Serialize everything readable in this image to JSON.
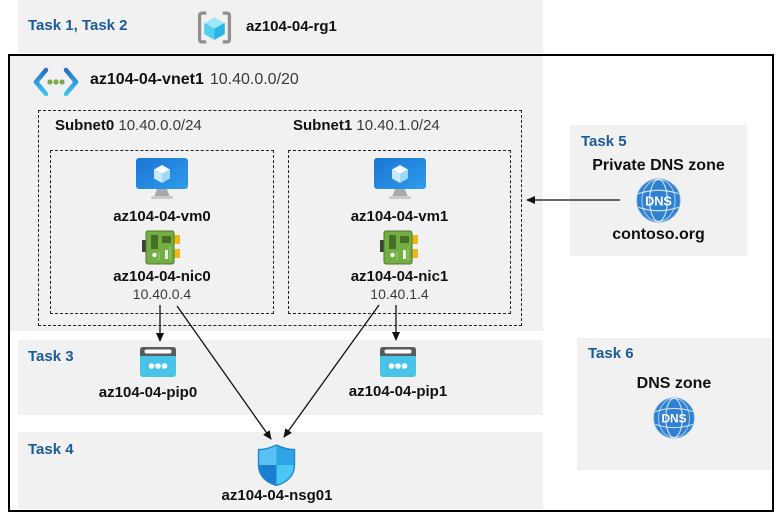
{
  "colors": {
    "panel_gray": "#f1f1f1",
    "task_label_blue": "#1c5b99",
    "arrow_black": "#111111",
    "pip_cyan": "#49c4e9",
    "dns_blue": "#2f80d0",
    "nsg_blue": "#2da4e4",
    "vm_blue": "#1b74d4",
    "nic_green": "#74ad43"
  },
  "header": {
    "task_label": "Task 1, Task 2",
    "resource_group": "az104-04-rg1"
  },
  "vnet": {
    "name": "az104-04-vnet1",
    "cidr": "10.40.0.0/20",
    "subnets": [
      {
        "name": "Subnet0",
        "cidr": "10.40.0.0/24",
        "vm_name": "az104-04-vm0",
        "nic_name": "az104-04-nic0",
        "nic_ip": "10.40.0.4"
      },
      {
        "name": "Subnet1",
        "cidr": "10.40.1.0/24",
        "vm_name": "az104-04-vm1",
        "nic_name": "az104-04-nic1",
        "nic_ip": "10.40.1.4"
      }
    ]
  },
  "task3": {
    "label": "Task 3",
    "pip0": "az104-04-pip0",
    "pip1": "az104-04-pip1"
  },
  "task4": {
    "label": "Task 4",
    "nsg": "az104-04-nsg01"
  },
  "task5": {
    "label": "Task 5",
    "title": "Private DNS zone",
    "zone": "contoso.org",
    "dns_text": "DNS"
  },
  "task6": {
    "label": "Task 6",
    "title": "DNS zone",
    "dns_text": "DNS"
  },
  "connections": [
    {
      "from": "az104-04-nic0",
      "to": "az104-04-pip0"
    },
    {
      "from": "az104-04-nic0",
      "to": "az104-04-nsg01"
    },
    {
      "from": "az104-04-nic1",
      "to": "az104-04-pip1"
    },
    {
      "from": "az104-04-nic1",
      "to": "az104-04-nsg01"
    },
    {
      "from": "contoso.org",
      "to": "Subnet1"
    }
  ]
}
